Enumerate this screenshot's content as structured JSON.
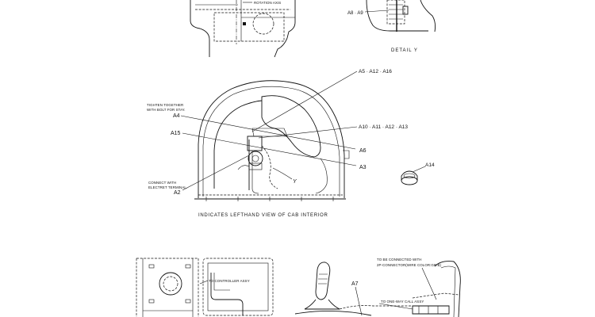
{
  "labels": {
    "rotation_axis": "ROTATION AXIS",
    "a8_a9": "A8 · A9",
    "detail": "DETAIL Y",
    "a5_a12_a16": "A5 · A12 · A16",
    "tighten_line1": "TIGHTEN TOGETHER",
    "tighten_line2": "WITH BOLT FOR STAY.",
    "a4": "A4",
    "a10_a11_a12_a13": "A10 · A11 · A12 · A13",
    "a15": "A15",
    "a6": "A6",
    "a3": "A3",
    "a14": "A14",
    "detail_marker": "Y",
    "connect_line1": "CONNECT WITH",
    "connect_line2": "ELECTRET TERMINAL.",
    "a2": "A2",
    "caption": "INDICATES LEFTHAND VIEW OF CAB INTERIOR",
    "to_controller": "TO CONTROLLER ASSY",
    "connected_line1": "TO BE CONNECTED WITH",
    "connected_line2": "2P-CONNECTOR(WIRE COLOR:GR.B)",
    "a7": "A7",
    "to_one_way": "TO ONE-WAY CALL ASSY"
  },
  "colors": {
    "line": "#111111",
    "paper": "#ffffff"
  }
}
